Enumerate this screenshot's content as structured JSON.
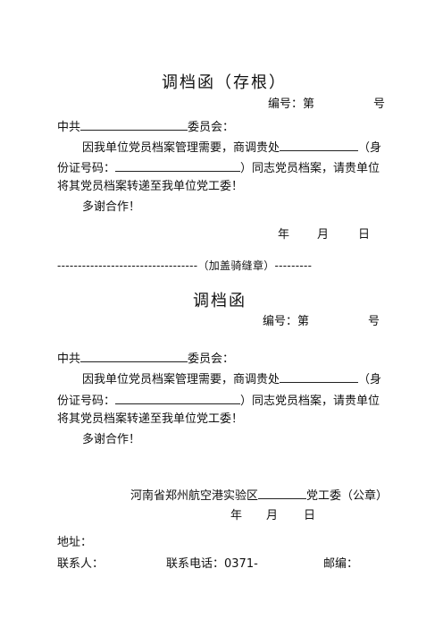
{
  "stub": {
    "title": "调档函（存根）",
    "number_prefix": "编号：第",
    "number_suffix": "号",
    "addressee_prefix": "中共",
    "addressee_suffix": "委员会：",
    "line1_text": "因我单位党员档案管理需要，商调贵处",
    "line1_tail": "（身",
    "line2_text": "份证号码：",
    "line2_tail": "）同志党员档案，请贵单位",
    "line3_text": "将其党员档案转递至我单位党工委！",
    "thanks": "多谢合作！",
    "year": "年",
    "month": "月",
    "day": "日"
  },
  "seam": {
    "dashes_left": "----------------------------------",
    "label": "（加盖骑缝章）",
    "dashes_right": "---------"
  },
  "letter": {
    "title": "调档函",
    "number_prefix": "编号：第",
    "number_suffix": "号",
    "addressee_prefix": "中共",
    "addressee_suffix": "委员会：",
    "line1_text": "因我单位党员档案管理需要，商调贵处",
    "line1_tail": "（身",
    "line2_text": "份证号码：",
    "line2_tail": "）同志党员档案，请贵单位",
    "line3_text": "将其党员档案转递至我单位党工委！",
    "thanks": "多谢合作！",
    "org_prefix": "河南省郑州航空港实验区",
    "org_suffix": "党工委（公章）",
    "year": "年",
    "month": "月",
    "day": "日",
    "address_label": "地址：",
    "contact_label": "联系人：",
    "phone_label": "联系电话：0371-",
    "postcode_label": "邮编："
  }
}
